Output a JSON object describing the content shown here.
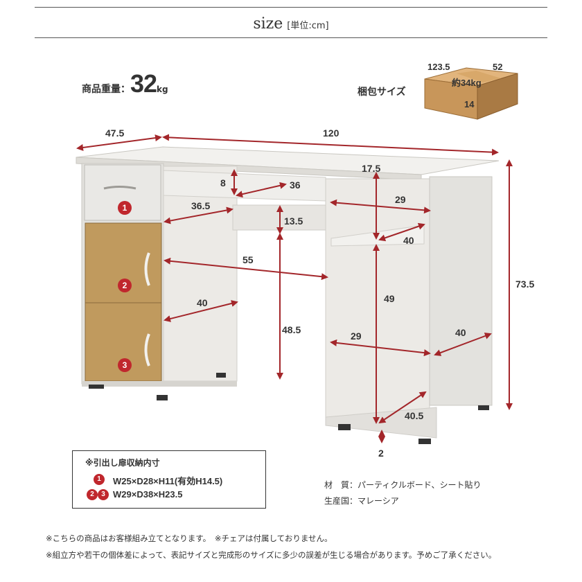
{
  "header": {
    "title": "size",
    "unit": "[単位:cm]"
  },
  "weight": {
    "label": "商品重量：",
    "value": "32",
    "unit": "kg"
  },
  "package": {
    "label": "梱包サイズ",
    "width": "123.5",
    "depth": "52",
    "height": "14",
    "weight": "約34kg"
  },
  "dimensions": {
    "overall_depth": "47.5",
    "overall_width": "120",
    "overall_height": "73.5",
    "shelf_top_height": "8",
    "shelf_top_width": "36",
    "shelf_depth_left": "36.5",
    "drawer_gap": "13.5",
    "knee_width": "55",
    "knee_height": "48.5",
    "left_cab_depth": "40",
    "right_top_height": "17.5",
    "right_top_width": "29",
    "right_top_depth": "40",
    "right_lower_height": "49",
    "right_lower_width": "29",
    "right_side_depth": "40",
    "right_bottom_depth": "40.5",
    "foot_gap": "2"
  },
  "badges": {
    "one": "1",
    "two": "2",
    "three": "3"
  },
  "inner": {
    "title": "※引出し扉収納内寸",
    "row1": "W25×D28×H11(有効H14.5)",
    "row2": "W29×D38×H23.5"
  },
  "materials": {
    "material": "材　質：パーティクルボード、シート貼り",
    "origin": "生産国：マレーシア"
  },
  "footer": {
    "line1": "※こちらの商品はお客様組み立てとなります。　※チェアは付属しておりません。",
    "line2": "※組立方や若干の個体差によって、表記サイズと完成形のサイズに多少の誤差が生じる場合があります。予めご了承ください。"
  },
  "colors": {
    "dim_red": "#a3262a",
    "badge_red": "#c0272d",
    "desk_white": "#ecebe8",
    "wood": "#c09a5e",
    "box_brown": "#c8965a"
  }
}
